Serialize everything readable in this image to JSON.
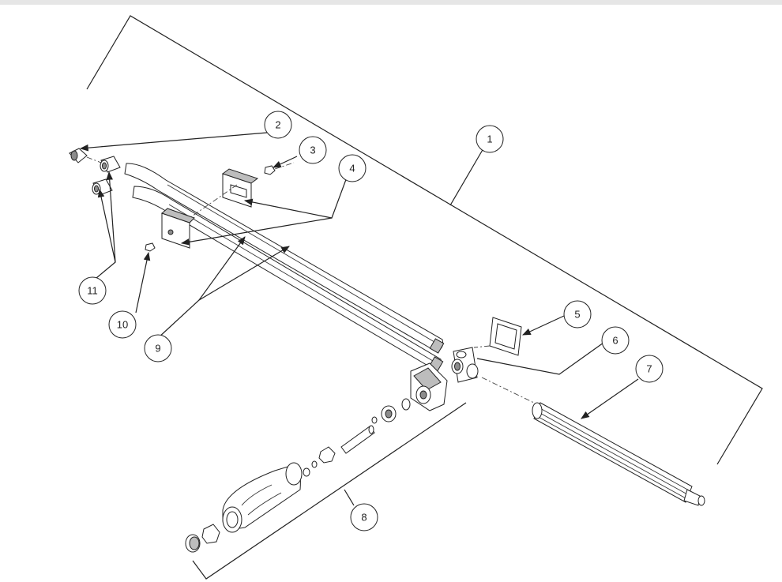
{
  "diagram": {
    "callouts": [
      {
        "id": "1",
        "label": "1"
      },
      {
        "id": "2",
        "label": "2"
      },
      {
        "id": "3",
        "label": "3"
      },
      {
        "id": "4",
        "label": "4"
      },
      {
        "id": "5",
        "label": "5"
      },
      {
        "id": "6",
        "label": "6"
      },
      {
        "id": "7",
        "label": "7"
      },
      {
        "id": "8",
        "label": "8"
      },
      {
        "id": "9",
        "label": "9"
      },
      {
        "id": "10",
        "label": "10"
      },
      {
        "id": "11",
        "label": "11"
      }
    ],
    "colors": {
      "line": "#222222",
      "shade": "#bdbdbd",
      "background": "#ffffff"
    }
  }
}
